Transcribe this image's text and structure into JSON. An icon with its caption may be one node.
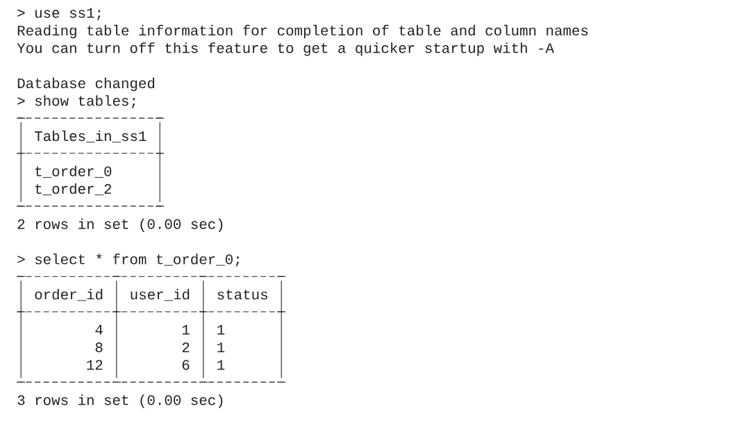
{
  "diagram": {
    "labels": [
      "> use ss1;",
      "Reading table information for completion of table and column names",
      "You can turn off this feature to get a quicker startup with -A",
      "Database changed",
      "> show tables;",
      "Tables_in_ss1",
      "t_order_0",
      "t_order_2",
      "2 rows in set (0.00 sec)",
      "> select * from t_order_0;",
      "order_id",
      "user_id",
      "status",
      "4",
      "1",
      "1",
      "8",
      "2",
      "1",
      "12",
      "6",
      "1",
      "3 rows in set (0.00 sec)"
    ]
  }
}
